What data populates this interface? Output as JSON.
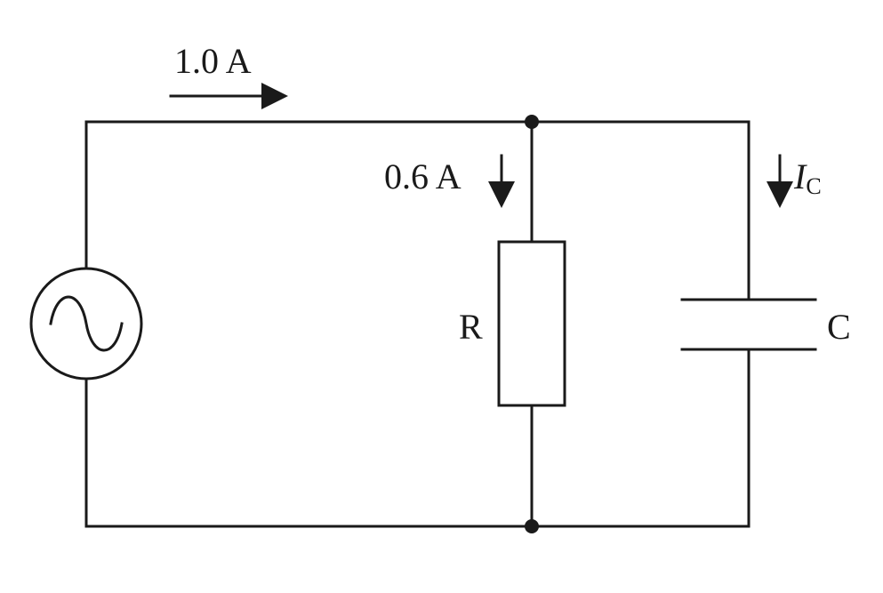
{
  "labels": {
    "main_current": "1.0 A",
    "resistor_current": "0.6 A",
    "capacitor_current_symbol": "I",
    "capacitor_current_subscript": "C",
    "resistor": "R",
    "capacitor": "C"
  },
  "colors": {
    "ink": "#1a1a1a",
    "background": "#ffffff"
  },
  "icons": {
    "source": "ac-source-icon",
    "arrows": "arrow-icon"
  }
}
